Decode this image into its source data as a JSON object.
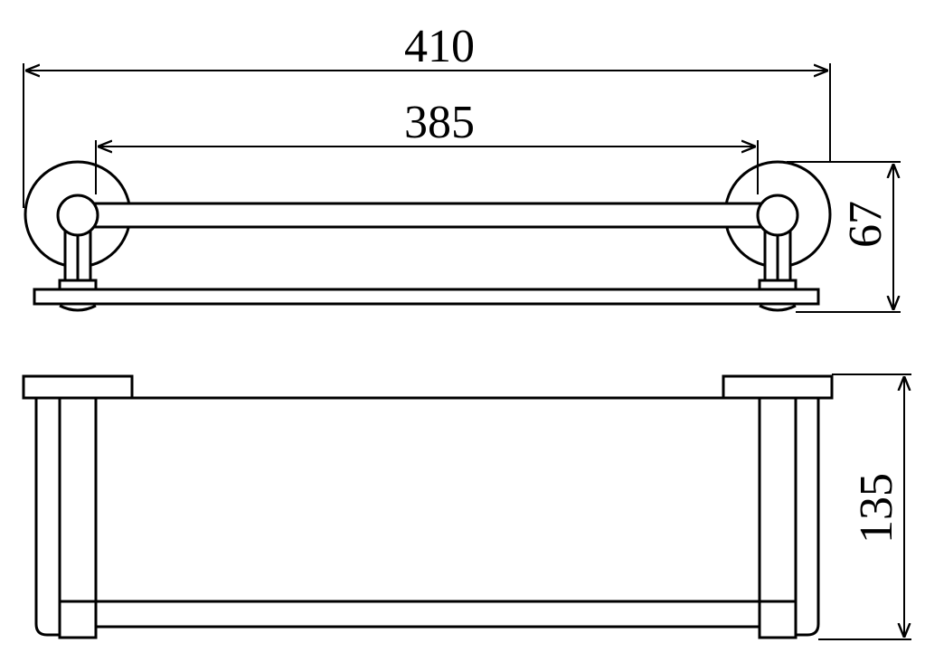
{
  "dimensions": {
    "overall_width": "410",
    "bar_length": "385",
    "height": "67",
    "depth": "135"
  },
  "colors": {
    "line": "#000000",
    "background": "#ffffff"
  }
}
